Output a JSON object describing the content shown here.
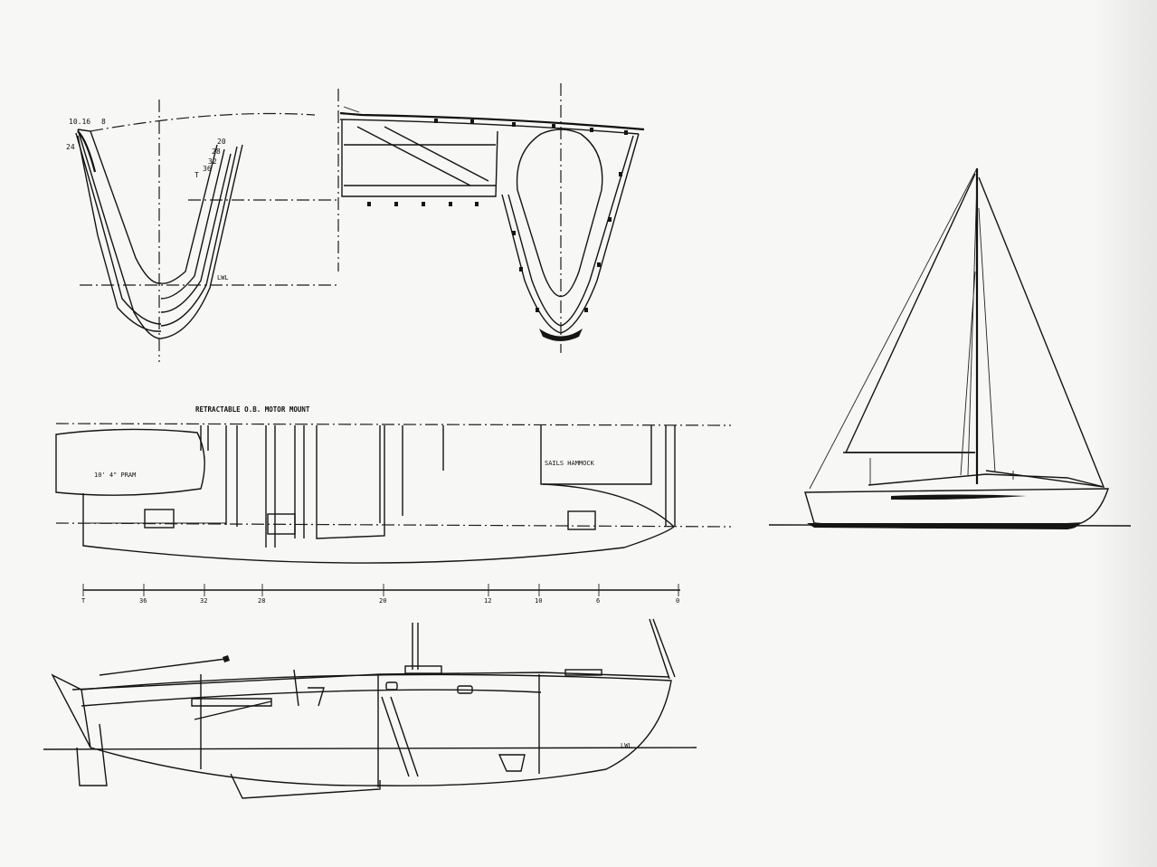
{
  "body_plan": {
    "station_labels_left": [
      "10.16",
      "8",
      "24"
    ],
    "station_labels_right": [
      "20",
      "28",
      "32",
      "36",
      "T"
    ],
    "waterline_label": "LWL"
  },
  "accommodation_plan": {
    "motor_mount_label": "RETRACTABLE O.B. MOTOR MOUNT",
    "pram_label": "10' 4\" PRAM",
    "hammock_label": "SAILS HAMMOCK",
    "scale_labels": [
      "T",
      "36",
      "32",
      "28",
      "20",
      "12",
      "10",
      "6",
      "0"
    ]
  },
  "profile": {
    "waterline_label": "LWL"
  },
  "colors": {
    "ink": "#141414",
    "paper": "#f7f7f6"
  }
}
